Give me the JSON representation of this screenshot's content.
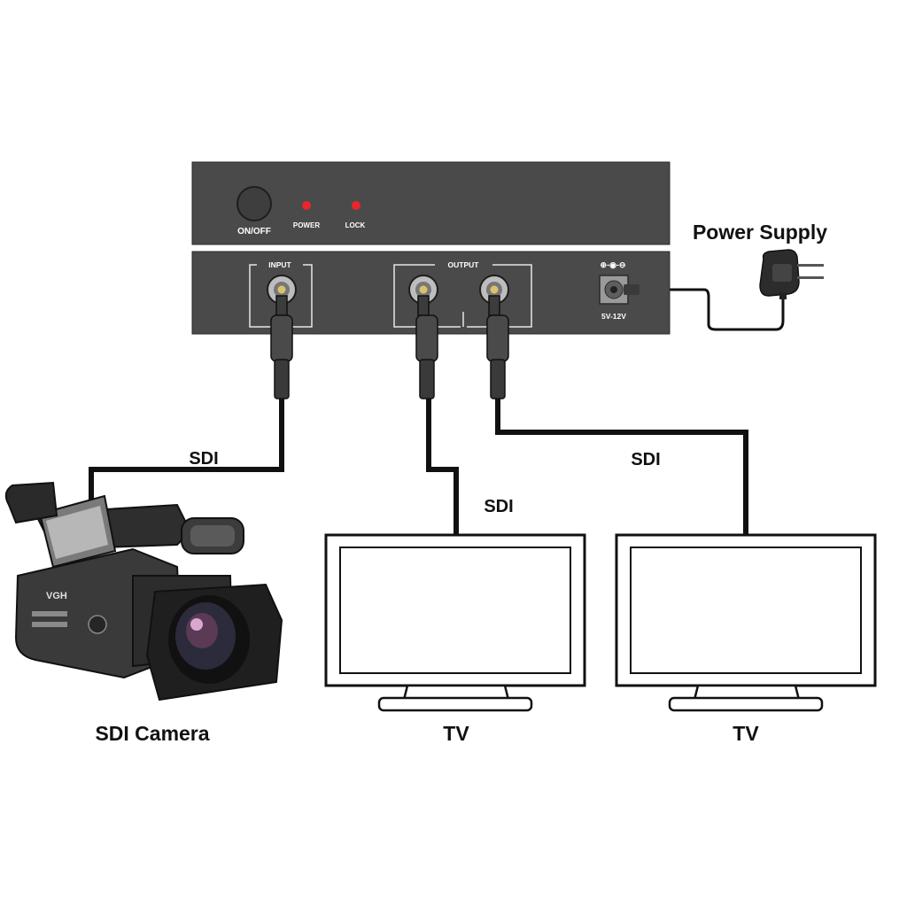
{
  "device": {
    "top_panel": {
      "on_off_label": "ON/OFF",
      "power_led_label": "POWER",
      "lock_led_label": "LOCK"
    },
    "back_panel": {
      "input_label": "INPUT",
      "output_label": "OUTPUT",
      "power_symbol": "⊕-◉-⊖",
      "voltage_label": "5V-12V"
    }
  },
  "labels": {
    "power_supply": "Power Supply",
    "sdi_camera_link": "SDI",
    "sdi_tv1_link": "SDI",
    "sdi_tv2_link": "SDI",
    "camera": "SDI Camera",
    "tv1": "TV",
    "tv2": "TV"
  },
  "camera_brand": "VGH",
  "colors": {
    "device_body": "#4a4a4a",
    "led": "#e8262b",
    "cable": "#111111",
    "bnc_gold": "#d9c26a",
    "text": "#111111"
  }
}
